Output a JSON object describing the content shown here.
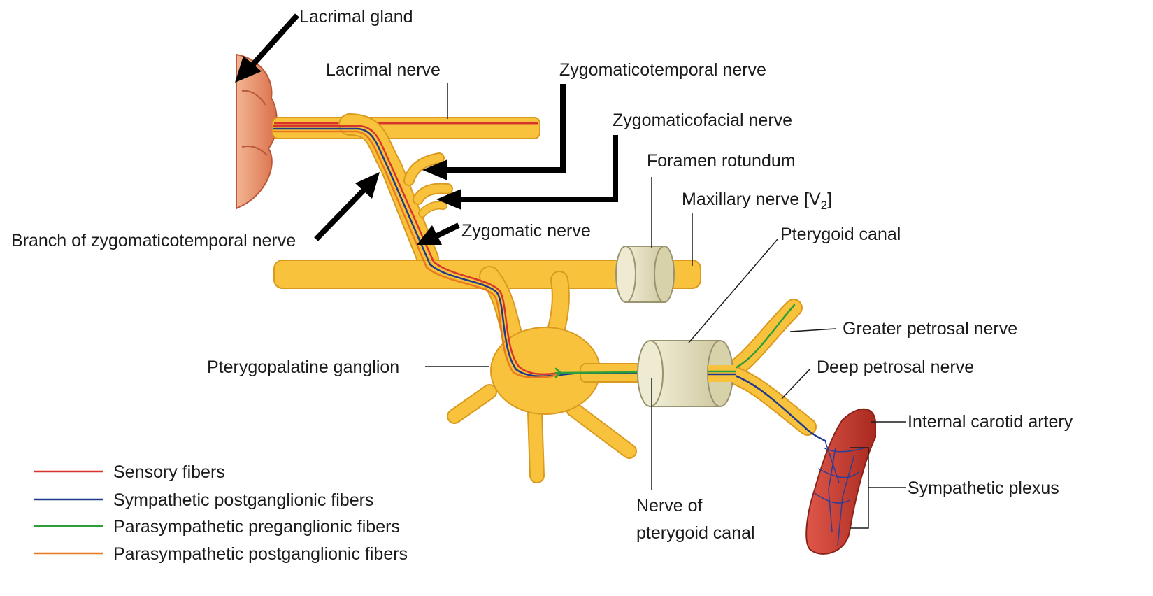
{
  "labels": {
    "lacrimal_gland": "Lacrimal gland",
    "lacrimal_nerve": "Lacrimal nerve",
    "zygomaticotemporal_nerve": "Zygomaticotemporal nerve",
    "zygomaticofacial_nerve": "Zygomaticofacial nerve",
    "foramen_rotundum": "Foramen rotundum",
    "maxillary_nerve": "Maxillary nerve [V",
    "maxillary_nerve_subscript": "2",
    "maxillary_nerve_close": "]",
    "branch_zygomaticotemporal": "Branch of zygomaticotemporal nerve",
    "zygomatic_nerve": "Zygomatic nerve",
    "pterygoid_canal": "Pterygoid canal",
    "greater_petrosal_nerve": "Greater petrosal nerve",
    "pterygopalatine_ganglion": "Pterygopalatine ganglion",
    "deep_petrosal_nerve": "Deep petrosal nerve",
    "internal_carotid_artery": "Internal carotid artery",
    "sympathetic_plexus": "Sympathetic plexus",
    "nerve_of_pterygoid_canal_line1": "Nerve of",
    "nerve_of_pterygoid_canal_line2": "pterygoid canal"
  },
  "legend": [
    {
      "label": "Sensory fibers",
      "color": "#d9342b"
    },
    {
      "label": "Sympathetic postganglionic fibers",
      "color": "#1f3b8c"
    },
    {
      "label": "Parasympathetic preganglionic fibers",
      "color": "#2e9e3a"
    },
    {
      "label": "Parasympathetic postganglionic fibers",
      "color": "#e8791e"
    }
  ],
  "colors": {
    "nerve": "#f9c23c",
    "nerve_outline": "#d99a1f",
    "gland": "#e58a62",
    "artery": "#c9382a",
    "canal": "#e6e1c4",
    "arrow": "#000000"
  }
}
